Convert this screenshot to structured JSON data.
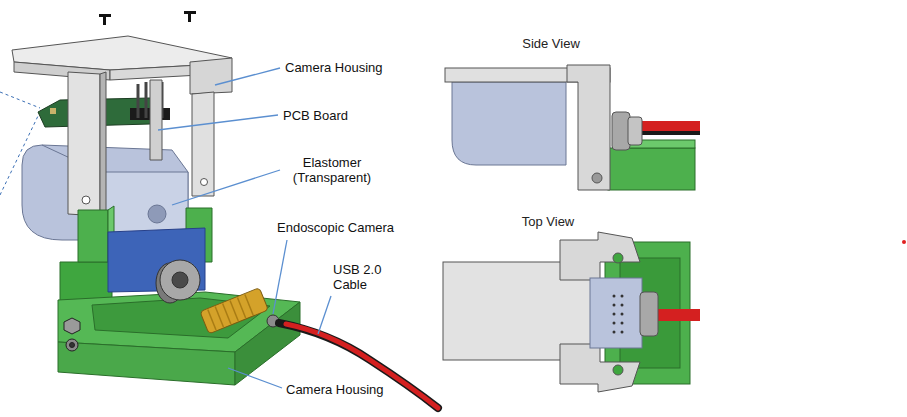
{
  "diagram": {
    "labels": [
      "Camera Housing",
      "PCB Board",
      "Elastomer (Transparent)",
      "Endoscopic Camera",
      "USB 2.0 Cable",
      "Camera Housing",
      "Side View",
      "Top View"
    ]
  }
}
